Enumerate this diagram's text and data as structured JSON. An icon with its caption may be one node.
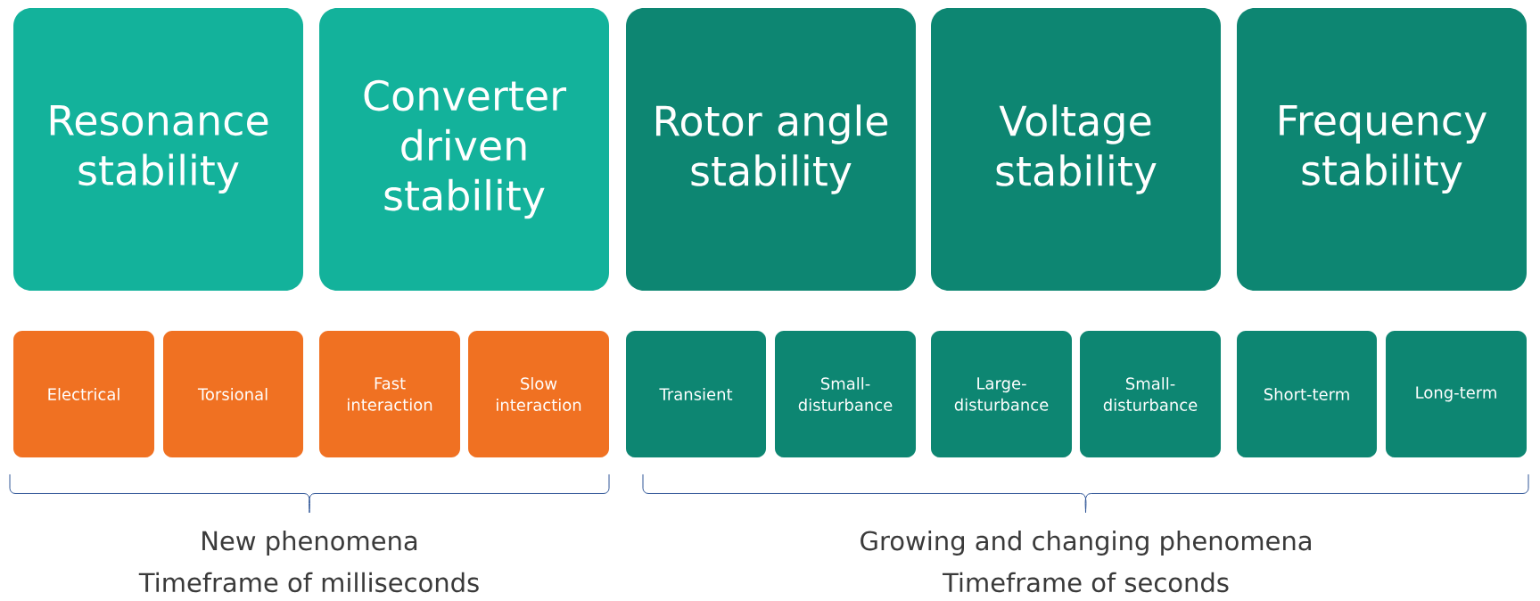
{
  "diagram": {
    "nodes": [
      {
        "text": [
          "Resonance stability"
        ]
      },
      {
        "text": [
          "Converter driven stability"
        ]
      },
      {
        "text": [
          "Rotor angle stability"
        ]
      },
      {
        "text": [
          "Voltage stability"
        ]
      },
      {
        "text": [
          "Frequency stability"
        ]
      },
      {
        "text": [
          "Electrical"
        ]
      },
      {
        "text": [
          "Torsional"
        ]
      },
      {
        "text": [
          "Fast interaction"
        ]
      },
      {
        "text": [
          "Slow interaction"
        ]
      },
      {
        "text": [
          "Transient"
        ]
      },
      {
        "text": [
          "Small-disturbance"
        ]
      },
      {
        "text": [
          "Large-disturbance"
        ]
      },
      {
        "text": [
          "Small-disturbance"
        ]
      },
      {
        "text": [
          "Short-term"
        ]
      },
      {
        "text": [
          "Long-term"
        ]
      }
    ],
    "labels": [
      "New phenomena",
      "Timeframe of milliseconds",
      "Growing and changing phenomena",
      "Timeframe of seconds"
    ]
  }
}
